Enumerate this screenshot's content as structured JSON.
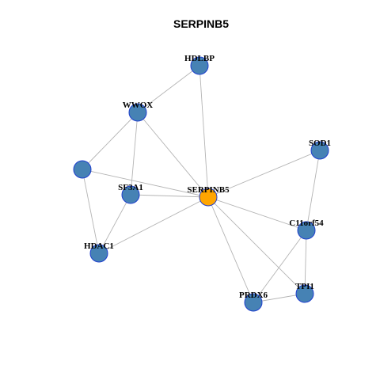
{
  "title": "SERPINB5",
  "colors": {
    "hub": "#FFA500",
    "node": "#4682B4",
    "node_border": "#1F3FCF",
    "edge": "#B4B4B4"
  },
  "nodes": [
    {
      "id": "SERPINB5",
      "label": "SERPINB5",
      "hub": true
    },
    {
      "id": "HDLBP",
      "label": "HDLBP"
    },
    {
      "id": "WWOX",
      "label": "WWOX"
    },
    {
      "id": "unlabeled",
      "label": ""
    },
    {
      "id": "SF3A1",
      "label": "SF3A1"
    },
    {
      "id": "HDAC1",
      "label": "HDAC1"
    },
    {
      "id": "SOD1",
      "label": "SOD1"
    },
    {
      "id": "C11orf54",
      "label": "C11orf54"
    },
    {
      "id": "TPI1",
      "label": "TPI1"
    },
    {
      "id": "PRDX6",
      "label": "PRDX6"
    }
  ],
  "edges": [
    [
      "HDLBP",
      "WWOX"
    ],
    [
      "HDLBP",
      "SERPINB5"
    ],
    [
      "WWOX",
      "unlabeled"
    ],
    [
      "WWOX",
      "SF3A1"
    ],
    [
      "WWOX",
      "SERPINB5"
    ],
    [
      "unlabeled",
      "SERPINB5"
    ],
    [
      "unlabeled",
      "HDAC1"
    ],
    [
      "SF3A1",
      "SERPINB5"
    ],
    [
      "SF3A1",
      "HDAC1"
    ],
    [
      "HDAC1",
      "SERPINB5"
    ],
    [
      "SOD1",
      "SERPINB5"
    ],
    [
      "SOD1",
      "C11orf54"
    ],
    [
      "SERPINB5",
      "C11orf54"
    ],
    [
      "SERPINB5",
      "TPI1"
    ],
    [
      "SERPINB5",
      "PRDX6"
    ],
    [
      "C11orf54",
      "TPI1"
    ],
    [
      "C11orf54",
      "PRDX6"
    ],
    [
      "PRDX6",
      "TPI1"
    ]
  ]
}
